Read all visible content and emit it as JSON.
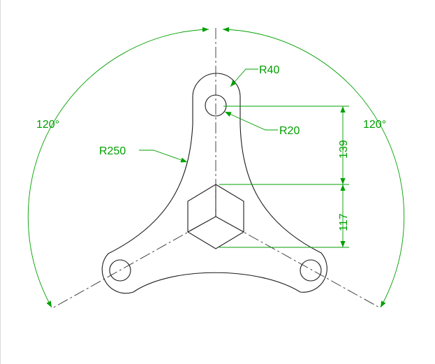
{
  "colors": {
    "background": "#ffffff",
    "geometry": "#1a1a1a",
    "centerline": "#333333",
    "dimension": "#00a000"
  },
  "dimensions": {
    "angle_left": "120°",
    "angle_right": "120°",
    "radius_boss": "R40",
    "radius_hole": "R20",
    "radius_arc": "R250",
    "vertical_upper": "139",
    "vertical_lower": "117"
  }
}
